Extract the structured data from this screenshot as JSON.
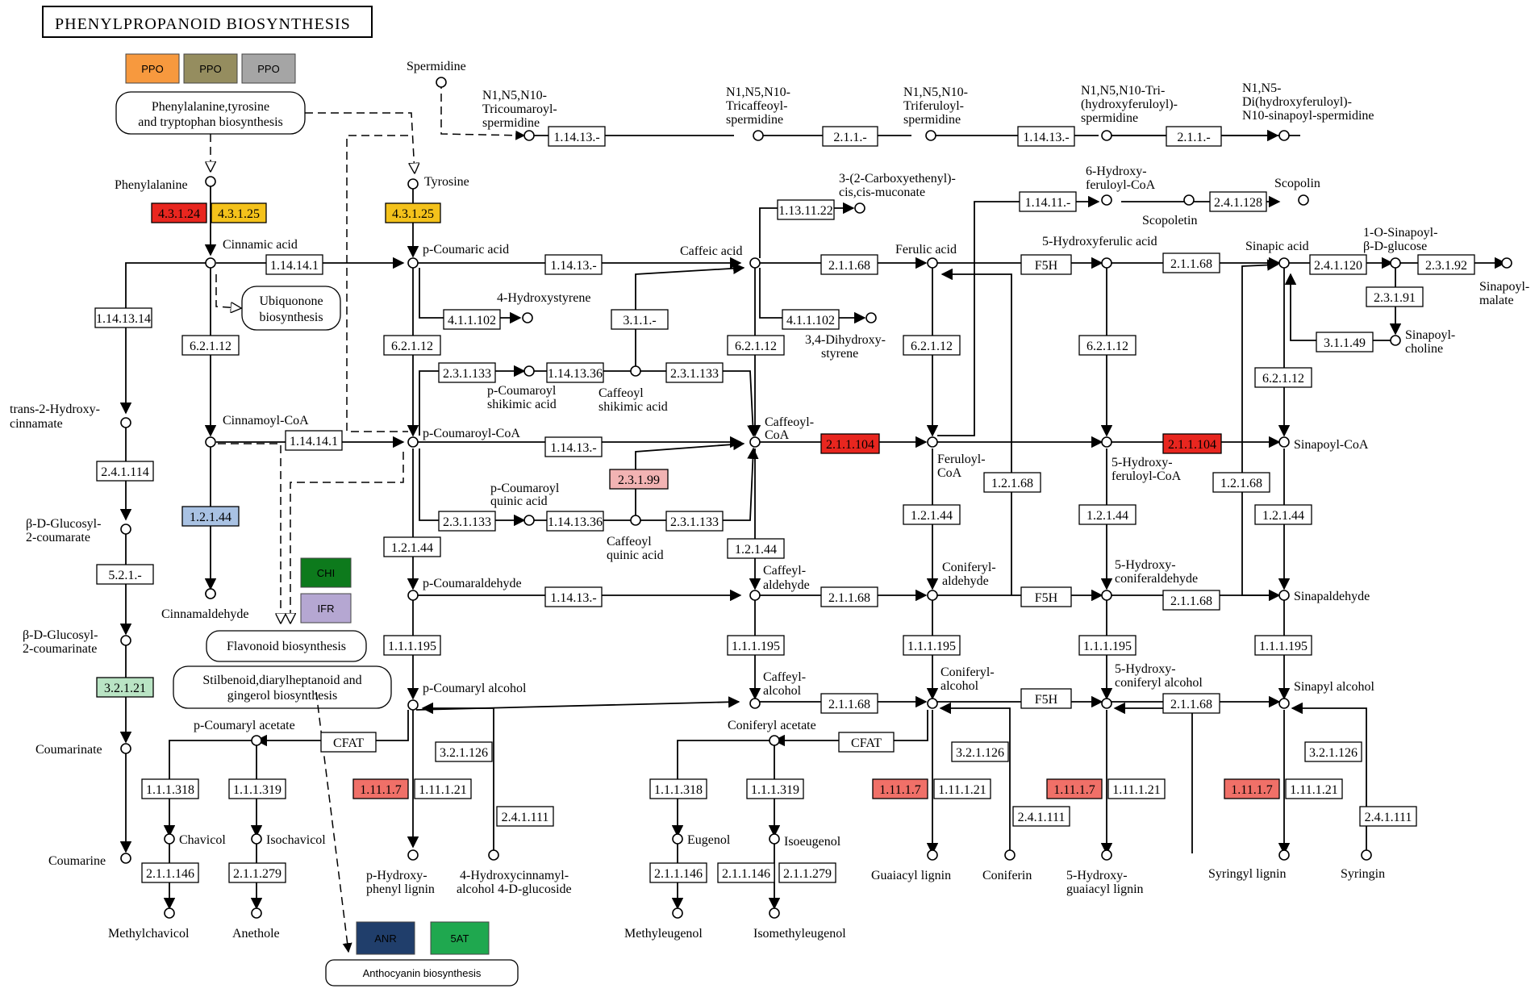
{
  "title": "PHENYLPROPANOID  BIOSYNTHESIS",
  "colors": {
    "red": "#e8261f",
    "salmon": "#f07068",
    "pink": "#f2b3b3",
    "yellow": "#f4c21b",
    "blue": "#a9c2e3",
    "lightgreen": "#b9e4c4",
    "orange": "#f7993e",
    "olive": "#958d5f",
    "gray": "#a5a5a5",
    "darkgreen": "#0d7a1c",
    "lavender": "#b5a7d2",
    "navy": "#203e6b",
    "green": "#1fa84f"
  },
  "legend": {
    "ppo1": "PPO",
    "ppo2": "PPO",
    "ppo3": "PPO",
    "chi": "CHI",
    "ifr": "IFR",
    "anr": "ANR",
    "sat": "5AT"
  },
  "maps": {
    "aromatic": [
      "Phenylalanine,tyrosine",
      "and tryptophan biosynthesis"
    ],
    "ubiquinone": [
      "Ubiquonone",
      "biosynthesis"
    ],
    "flavonoid": "Flavonoid biosynthesis",
    "stilbenoid": [
      "Stilbenoid,diarylheptanoid and",
      "gingerol biosynthesis"
    ],
    "anthocyanin": "Anthocyanin biosynthesis"
  },
  "compounds": {
    "spermidine": "Spermidine",
    "n1_tricoumaroyl": [
      "N1,N5,N10-",
      "Tricoumaroyl-",
      "spermidine"
    ],
    "n1_tricaffeoyl": [
      "N1,N5,N10-",
      "Tricaffeoyl-",
      "spermidine"
    ],
    "n1_triferuloyl": [
      "N1,N5,N10-",
      "Triferuloyl-",
      "spermidine"
    ],
    "n1_trihydroxyferuloyl": [
      "N1,N5,N10-Tri-",
      "(hydroxyferuloyl)-",
      "spermidine"
    ],
    "n1_dihydroxyferuloyl": [
      "N1,N5-",
      "Di(hydroxyferuloyl)-",
      "N10-sinapoyl-spermidine"
    ],
    "phenylalanine": "Phenylalanine",
    "tyrosine": "Tyrosine",
    "carboxyethenyl": [
      "3-(2-Carboxyethenyl)-",
      "cis,cis-muconate"
    ],
    "hydroxyferuloyl_coa": [
      "6-Hydroxy-",
      "feruloyl-CoA"
    ],
    "scopoletin": "Scopoletin",
    "scopolin": "Scopolin",
    "cinnamic_acid": "Cinnamic acid",
    "p_coumaric_acid": "p-Coumaric acid",
    "caffeic_acid": "Caffeic acid",
    "ferulic_acid": "Ferulic acid",
    "hydroxyferulic_acid": "5-Hydroxyferulic acid",
    "sinapic_acid": "Sinapic acid",
    "sinapoyl_glucose": [
      "1-O-Sinapoyl-",
      "β-D-glucose"
    ],
    "sinapoyl_malate": [
      "Sinapoyl-",
      "malate"
    ],
    "sinapoyl_choline": [
      "Sinapoyl-",
      "choline"
    ],
    "hydroxystyrene": "4-Hydroxystyrene",
    "dihydroxystyrene": [
      "3,4-Dihydroxy-",
      "styrene"
    ],
    "trans_hydroxycinnamate": [
      "trans-2-Hydroxy-",
      "cinnamate"
    ],
    "pcoumaroyl_shikimic": [
      "p-Coumaroyl",
      "shikimic acid"
    ],
    "caffeoyl_shikimic": [
      "Caffeoyl",
      "shikimic acid"
    ],
    "cinnamoyl_coa": "Cinnamoyl-CoA",
    "p_coumaroyl_coa": "p-Coumaroyl-CoA",
    "caffeoyl_coa": [
      "Caffeoyl-",
      "CoA"
    ],
    "feruloyl_coa": [
      "Feruloyl-",
      "CoA"
    ],
    "hydroxyferuloyl_coa5": [
      "5-Hydroxy-",
      "feruloyl-CoA"
    ],
    "sinapoyl_coa": "Sinapoyl-CoA",
    "pcoumaroyl_quinic": [
      "p-Coumaroyl",
      "quinic acid"
    ],
    "caffeoyl_quinic": [
      "Caffeoyl",
      "quinic acid"
    ],
    "glucosyl_coumarate": [
      "β-D-Glucosyl-",
      "2-coumarate"
    ],
    "glucosyl_coumarinate": [
      "β-D-Glucosyl-",
      "2-coumarinate"
    ],
    "coumarinate": "Coumarinate",
    "coumarine": "Coumarine",
    "cinnamaldehyde": "Cinnamaldehyde",
    "p_coumaraldehyde": "p-Coumaraldehyde",
    "caffeyl_aldehyde": [
      "Caffeyl-",
      "aldehyde"
    ],
    "coniferyl_aldehyde": [
      "Coniferyl-",
      "aldehyde"
    ],
    "hydroxyconiferaldehyde": [
      "5-Hydroxy-",
      "coniferaldehyde"
    ],
    "sinapaldehyde": "Sinapaldehyde",
    "p_coumaryl_alcohol": "p-Coumaryl alcohol",
    "caffeyl_alcohol": [
      "Caffeyl-",
      "alcohol"
    ],
    "coniferyl_alcohol": [
      "Coniferyl-",
      "alcohol"
    ],
    "hydroxyconiferyl_alcohol": [
      "5-Hydroxy-",
      "coniferyl alcohol"
    ],
    "sinapyl_alcohol": "Sinapyl alcohol",
    "p_coumaryl_acetate": "p-Coumaryl acetate",
    "coniferyl_acetate": "Coniferyl acetate",
    "chavicol": "Chavicol",
    "isochavicol": "Isochavicol",
    "methylchavicol": "Methylchavicol",
    "anethole": "Anethole",
    "p_hydroxyphenyl_lignin": [
      "p-Hydroxy-",
      "phenyl lignin"
    ],
    "hydroxycinnamyl_glucoside": [
      "4-Hydroxycinnamyl-",
      "alcohol 4-D-glucoside"
    ],
    "eugenol": "Eugenol",
    "isoeugenol": "Isoeugenol",
    "methyleugenol": "Methyleugenol",
    "isomethyleugenol": "Isomethyleugenol",
    "guaiacyl_lignin": "Guaiacyl lignin",
    "coniferin": "Coniferin",
    "hydroxyguaiacyl_lignin": [
      "5-Hydroxy-",
      "guaiacyl lignin"
    ],
    "syringyl_lignin": "Syringyl lignin",
    "syringin": "Syringin"
  },
  "enzymes": {
    "e_1_14_13_top1": "1.14.13.-",
    "e_2_1_1_top1": "2.1.1.-",
    "e_1_14_13_top2": "1.14.13.-",
    "e_2_1_1_top2": "2.1.1.-",
    "e_4_3_1_24": "4.3.1.24",
    "e_4_3_1_25a": "4.3.1.25",
    "e_4_3_1_25b": "4.3.1.25",
    "e_1_13_11_22": "1.13.11.22",
    "e_1_14_11": "1.14.11.-",
    "e_2_4_1_128": "2.4.1.128",
    "e_1_14_14_1a": "1.14.14.1",
    "e_1_14_13_a": "1.14.13.-",
    "e_2_1_1_68a": "2.1.1.68",
    "e_f5h_a": "F5H",
    "e_2_1_1_68b": "2.1.1.68",
    "e_2_4_1_120": "2.4.1.120",
    "e_2_3_1_92": "2.3.1.92",
    "e_2_3_1_91": "2.3.1.91",
    "e_3_1_1_49": "3.1.1.49",
    "e_1_14_13_14": "1.14.13.14",
    "e_4_1_1_102a": "4.1.1.102",
    "e_3_1_1": "3.1.1.-",
    "e_4_1_1_102b": "4.1.1.102",
    "e_6_2_1_12a": "6.2.1.12",
    "e_6_2_1_12b": "6.2.1.12",
    "e_6_2_1_12c": "6.2.1.12",
    "e_6_2_1_12d": "6.2.1.12",
    "e_6_2_1_12e": "6.2.1.12",
    "e_6_2_1_12f": "6.2.1.12",
    "e_2_3_1_133a": "2.3.1.133",
    "e_1_14_13_36a": "1.14.13.36",
    "e_2_3_1_133b": "2.3.1.133",
    "e_1_14_14_1b": "1.14.14.1",
    "e_1_14_13_b": "1.14.13.-",
    "e_2_1_1_104a": "2.1.1.104",
    "e_2_1_1_104b": "2.1.1.104",
    "e_2_4_1_114": "2.4.1.114",
    "e_2_3_1_99": "2.3.1.99",
    "e_1_2_1_68a": "1.2.1.68",
    "e_1_2_1_68b": "1.2.1.68",
    "e_1_2_1_44a": "1.2.1.44",
    "e_2_3_1_133c": "2.3.1.133",
    "e_1_14_13_36b": "1.14.13.36",
    "e_2_3_1_133d": "2.3.1.133",
    "e_1_2_1_44b": "1.2.1.44",
    "e_1_2_1_44c": "1.2.1.44",
    "e_1_2_1_44d": "1.2.1.44",
    "e_1_2_1_44e": "1.2.1.44",
    "e_1_2_1_44f": "1.2.1.44",
    "e_5_2_1": "5.2.1.-",
    "e_1_14_13_c": "1.14.13.-",
    "e_2_1_1_68c": "2.1.1.68",
    "e_f5h_b": "F5H",
    "e_2_1_1_68d": "2.1.1.68",
    "e_1_1_1_195a": "1.1.1.195",
    "e_1_1_1_195b": "1.1.1.195",
    "e_1_1_1_195c": "1.1.1.195",
    "e_1_1_1_195d": "1.1.1.195",
    "e_1_1_1_195e": "1.1.1.195",
    "e_3_2_1_21": "3.2.1.21",
    "e_2_1_1_68e": "2.1.1.68",
    "e_f5h_c": "F5H",
    "e_2_1_1_68f": "2.1.1.68",
    "e_cfat_a": "CFAT",
    "e_cfat_b": "CFAT",
    "e_3_2_1_126a": "3.2.1.126",
    "e_3_2_1_126b": "3.2.1.126",
    "e_3_2_1_126c": "3.2.1.126",
    "e_1_1_1_318a": "1.1.1.318",
    "e_1_1_1_319a": "1.1.1.319",
    "e_1_1_1_318b": "1.1.1.318",
    "e_1_1_1_319b": "1.1.1.319",
    "e_1_11_1_7a": "1.11.1.7",
    "e_1_11_1_21a": "1.11.1.21",
    "e_1_11_1_7b": "1.11.1.7",
    "e_1_11_1_21b": "1.11.1.21",
    "e_1_11_1_7c": "1.11.1.7",
    "e_1_11_1_21c": "1.11.1.21",
    "e_1_11_1_7d": "1.11.1.7",
    "e_1_11_1_21d": "1.11.1.21",
    "e_2_4_1_111a": "2.4.1.111",
    "e_2_4_1_111b": "2.4.1.111",
    "e_2_4_1_111c": "2.4.1.111",
    "e_2_1_1_146a": "2.1.1.146",
    "e_2_1_1_279a": "2.1.1.279",
    "e_2_1_1_146b": "2.1.1.146",
    "e_2_1_1_146c": "2.1.1.146",
    "e_2_1_1_279b": "2.1.1.279"
  }
}
